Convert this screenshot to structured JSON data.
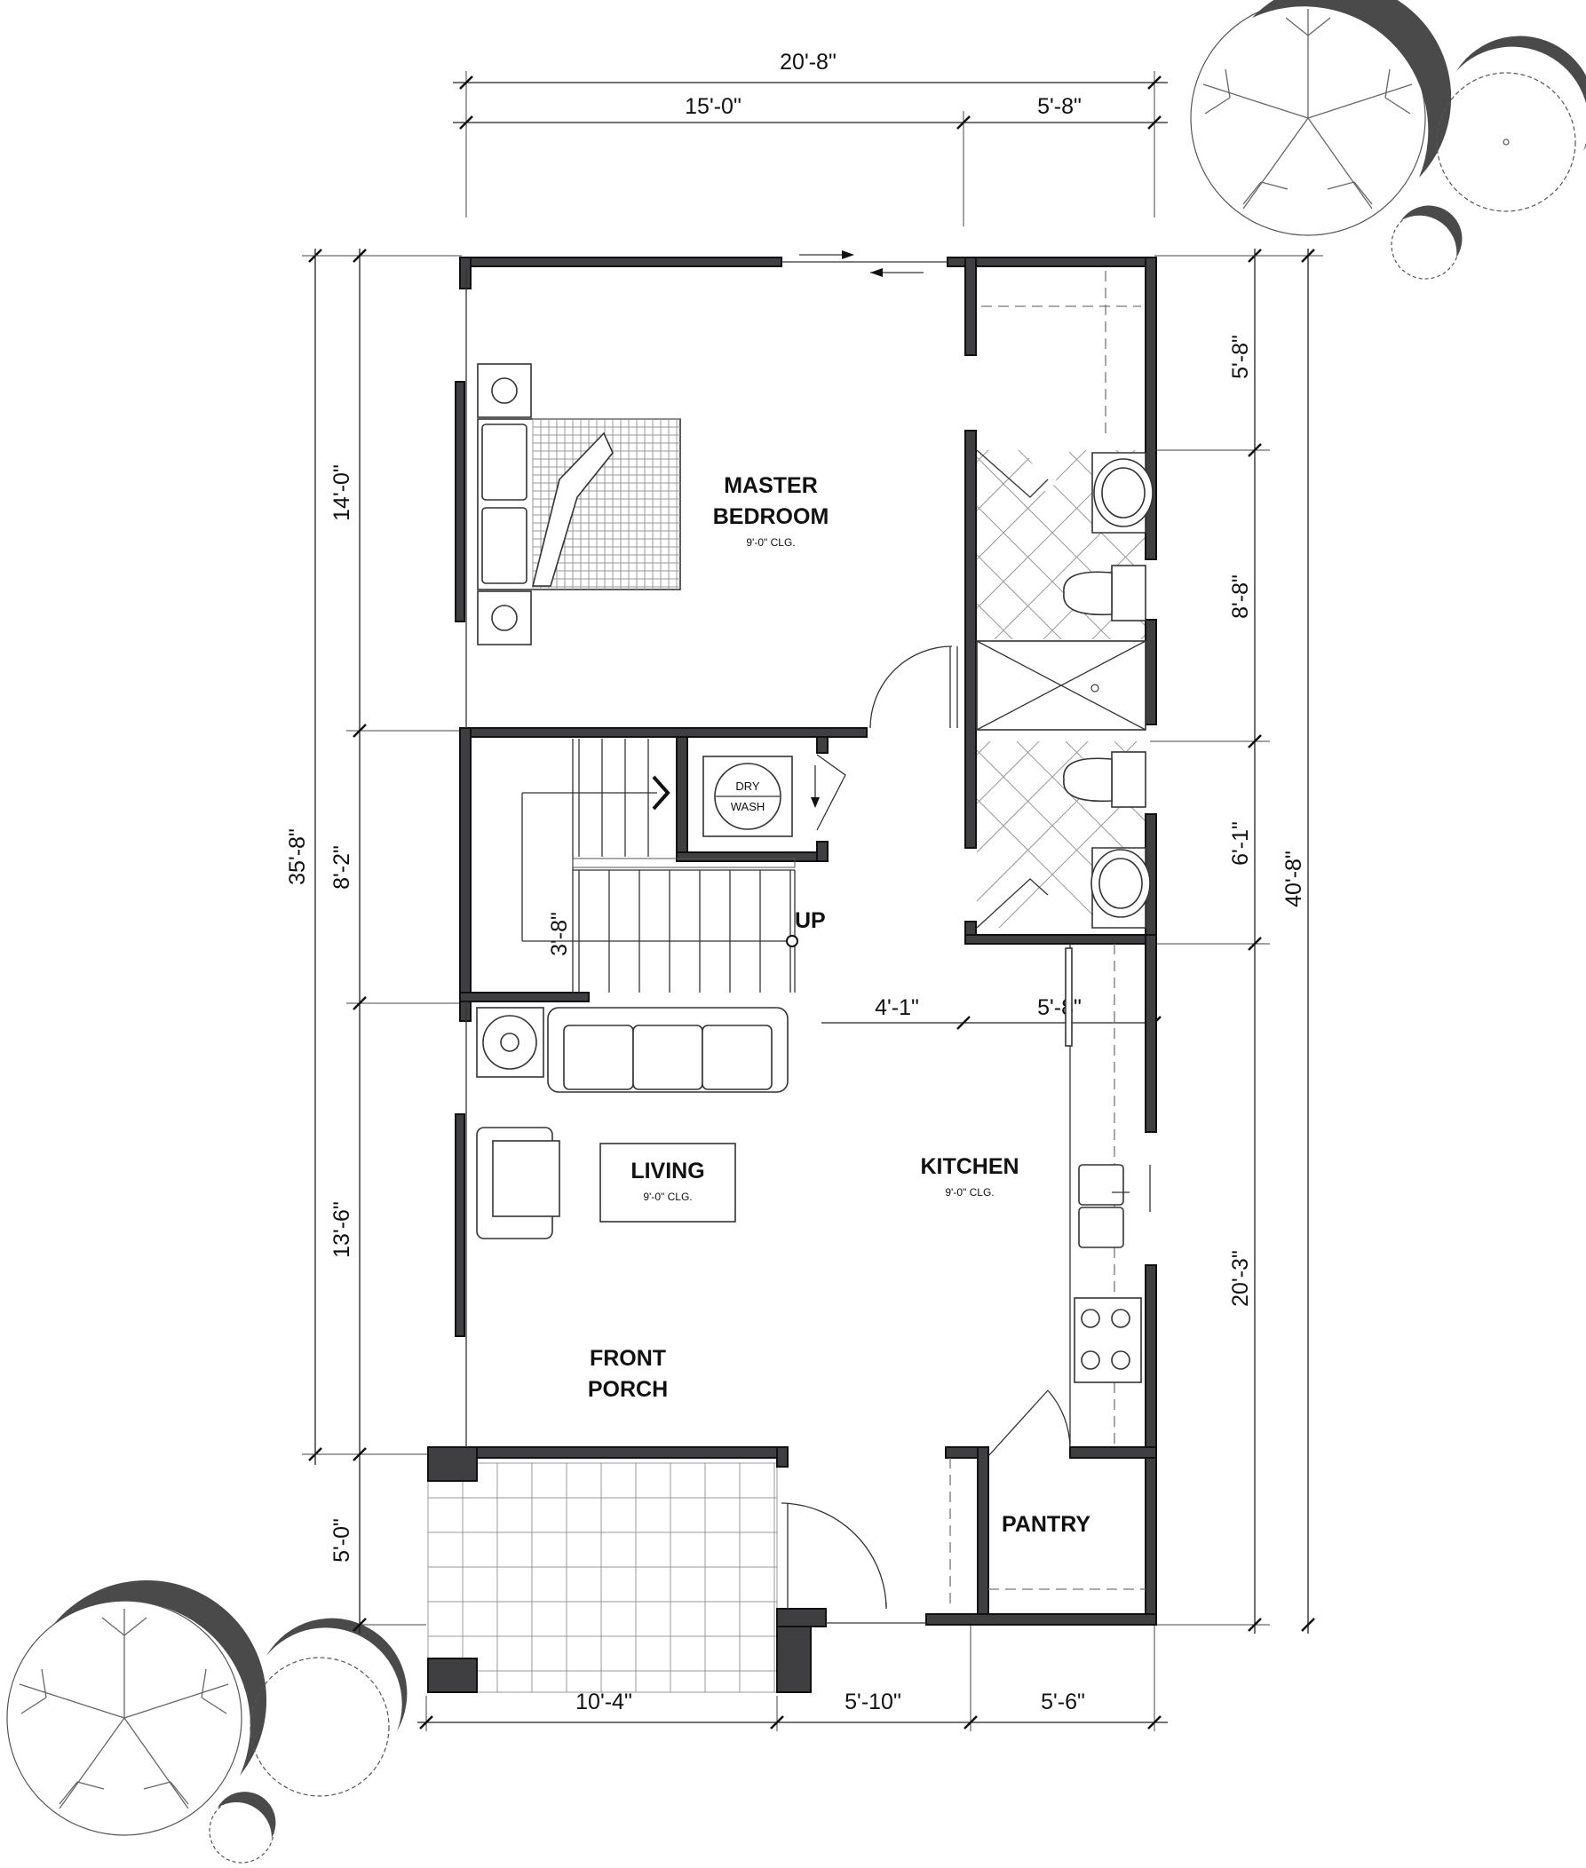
{
  "plan": {
    "rooms": {
      "master_bedroom": {
        "line1": "MASTER",
        "line2": "BEDROOM",
        "ceiling": "9'-0\" CLG."
      },
      "living": {
        "name": "LIVING",
        "ceiling": "9'-0\" CLG."
      },
      "kitchen": {
        "name": "KITCHEN",
        "ceiling": "9'-0\" CLG."
      },
      "front_porch": {
        "line1": "FRONT",
        "line2": "PORCH"
      },
      "pantry": {
        "name": "PANTRY"
      }
    },
    "labels": {
      "dry": "DRY",
      "wash": "WASH",
      "stair_up": "UP"
    },
    "dimensions": {
      "top_overall": "20'-8\"",
      "top_left": "15'-0\"",
      "top_right": "5'-8\"",
      "left_overall": "35'-8\"",
      "left_bedroom": "14'-0\"",
      "left_stair": "8'-2\"",
      "left_living": "13'-6\"",
      "left_porch": "5'-0\"",
      "right_overall": "40'-8\"",
      "right_closet": "5'-8\"",
      "right_bath1": "8'-8\"",
      "right_bath2": "6'-1\"",
      "right_kitchen": "20'-3\"",
      "stair_width": "3'-8\"",
      "hall_width": "4'-1\"",
      "kitchen_width": "5'-8\"",
      "bottom_porch": "10'-4\"",
      "bottom_entry": "5'-10\"",
      "bottom_pantry": "5'-6\""
    }
  }
}
